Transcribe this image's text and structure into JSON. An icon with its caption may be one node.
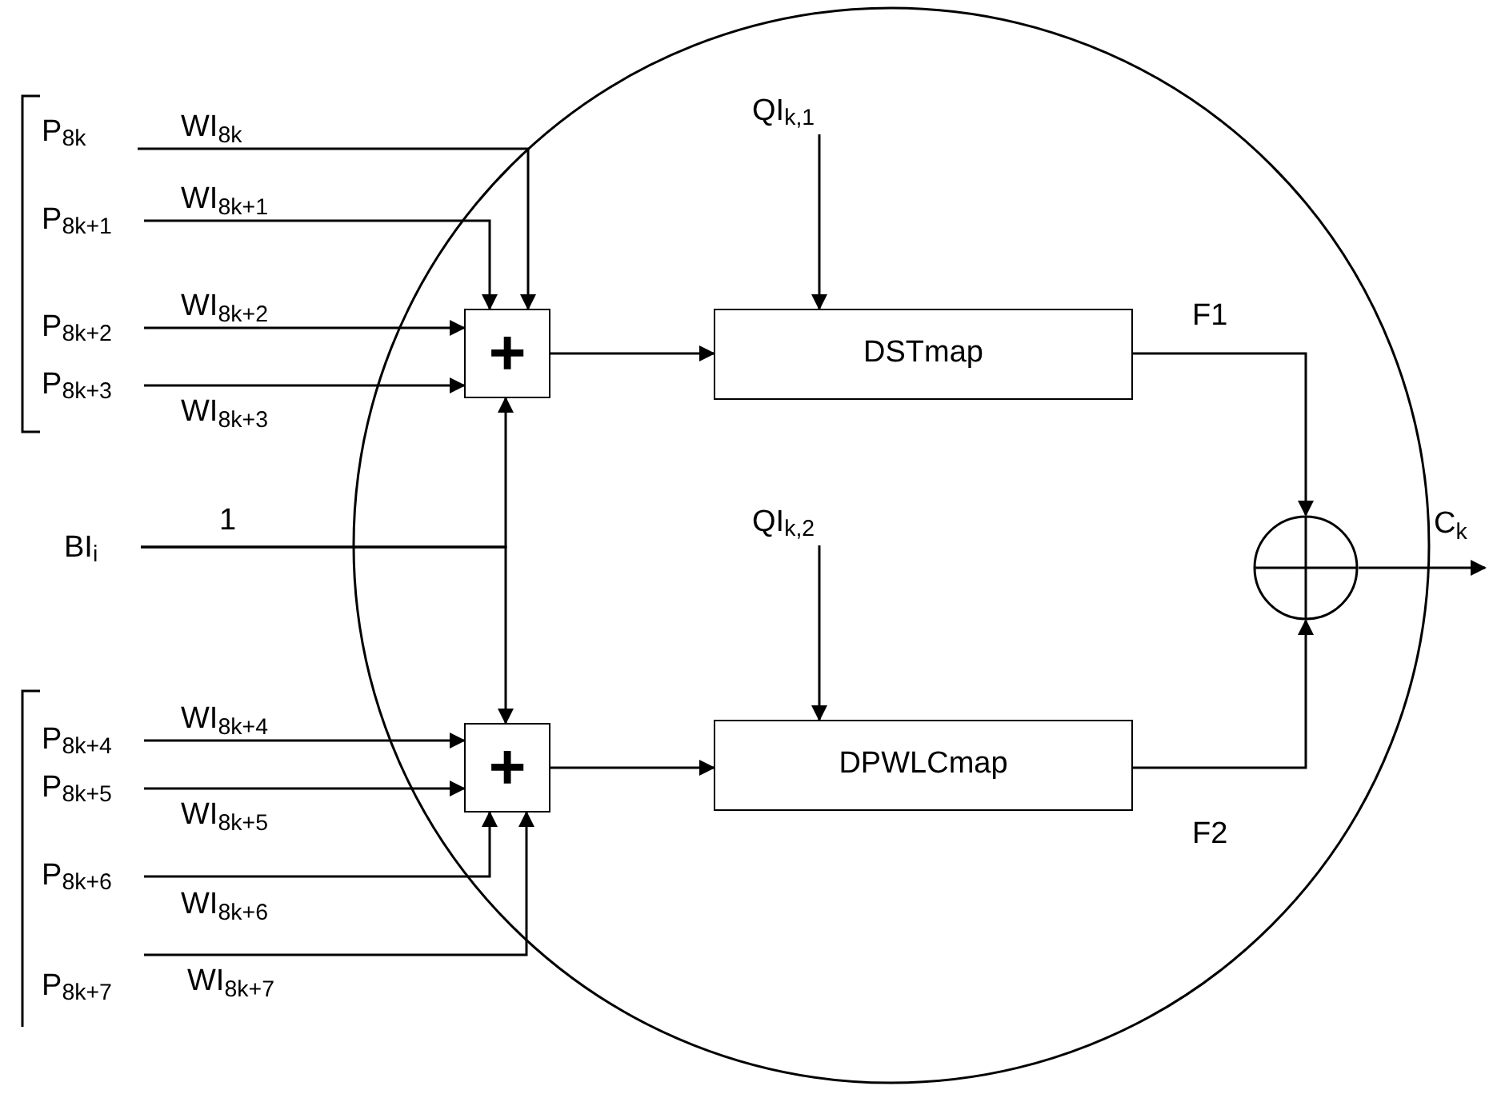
{
  "diagram": {
    "nodes": [
      {
        "text": [],
        "shape": "circle"
      },
      {
        "text": [
          "P$_{8k}$"
        ]
      },
      {
        "text": [
          "P$_{8k+1}$"
        ]
      },
      {
        "text": [
          "P$_{8k+2}$"
        ]
      },
      {
        "text": [
          "P$_{8k+3}$"
        ]
      },
      {
        "text": [
          "BI$_{i}$"
        ]
      },
      {
        "text": [
          "P$_{8k+4}$"
        ]
      },
      {
        "text": [
          "P$_{8k+5}$"
        ]
      },
      {
        "text": [
          "P$_{8k+6}$"
        ]
      },
      {
        "text": [
          "P$_{8k+7}$"
        ]
      },
      {
        "text": [
          "+"
        ],
        "in": 0
      },
      {
        "text": [
          "+"
        ],
        "in": 0
      },
      {
        "text": [
          "QI$_{k,1}$"
        ],
        "in": 0
      },
      {
        "text": [
          "DSTmap"
        ],
        "in": 0
      },
      {
        "text": [
          "QI$_{k,2}$"
        ],
        "in": 0
      },
      {
        "text": [
          "DPWLCmap"
        ],
        "in": 0
      },
      {
        "text": [],
        "shape": "circle",
        "in": 0
      }
    ],
    "edges": [
      {
        "from": 1,
        "to": 10,
        "arrow": "to",
        "label": "WI$_{8k}$"
      },
      {
        "from": 2,
        "to": 10,
        "arrow": "to",
        "label": "WI$_{8k+1}$"
      },
      {
        "from": 3,
        "to": 10,
        "arrow": "to",
        "label": "WI$_{8k+2}$"
      },
      {
        "from": 4,
        "to": 10,
        "arrow": "to",
        "label": "WI$_{8k+3}$"
      },
      {
        "from": 5,
        "to": 10,
        "arrow": "to",
        "label": "1"
      },
      {
        "from": 5,
        "to": 11,
        "arrow": "to"
      },
      {
        "from": 6,
        "to": 11,
        "arrow": "to",
        "label": "WI$_{8k+4}$"
      },
      {
        "from": 7,
        "to": 11,
        "arrow": "to",
        "label": "WI$_{8k+5}$"
      },
      {
        "from": 8,
        "to": 11,
        "arrow": "to",
        "label": "WI$_{8k+6}$"
      },
      {
        "from": 9,
        "to": 11,
        "arrow": "to",
        "label": "WI$_{8k+7}$"
      },
      {
        "from": 10,
        "to": 13,
        "arrow": "to"
      },
      {
        "from": 11,
        "to": 15,
        "arrow": "to"
      },
      {
        "from": 12,
        "to": 13,
        "arrow": "to"
      },
      {
        "from": 14,
        "to": 15,
        "arrow": "to"
      },
      {
        "from": 13,
        "to": 16,
        "arrow": "to",
        "label": "F1"
      },
      {
        "from": 15,
        "to": 16,
        "arrow": "to",
        "label": "F2"
      },
      {
        "from": 16,
        "to": null,
        "arrow": "to",
        "label": "C$_{k}$"
      }
    ]
  }
}
